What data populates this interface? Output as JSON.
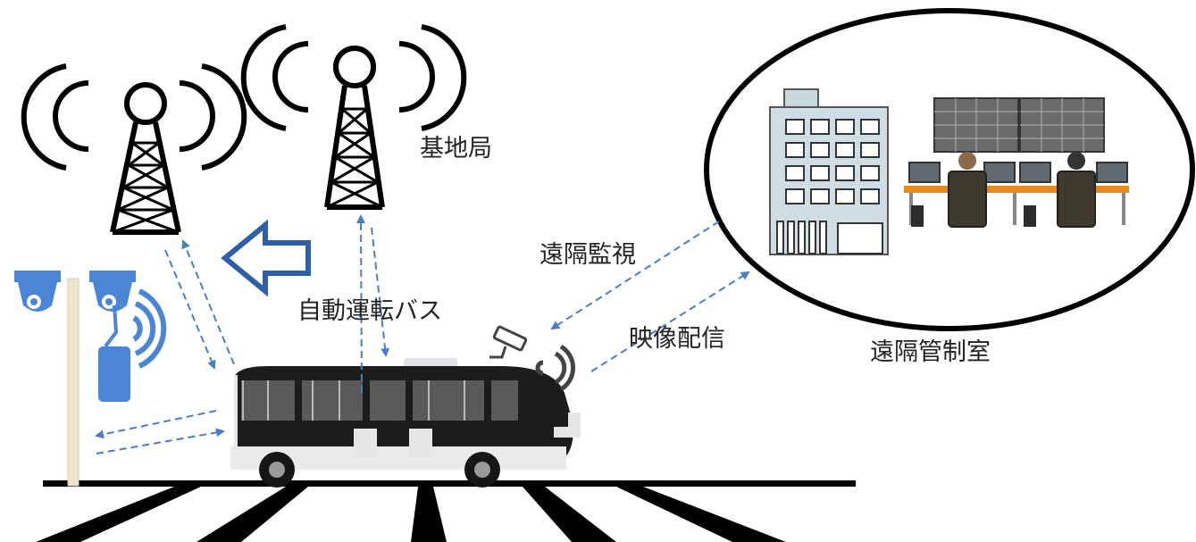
{
  "labels": {
    "base_station": "基地局",
    "autonomous_bus": "自動運転バス",
    "remote_monitoring": "遠隔監視",
    "video_distribution": "映像配信",
    "remote_control_room": "遠隔管制室"
  },
  "colors": {
    "arrow_blue": "#4a7ec6",
    "device_blue": "#4a85d6",
    "line_black": "#000000",
    "bus_body": "#1c1c1c",
    "building": "#cfdde5"
  },
  "icons": [
    "signal-tower-icon",
    "surveillance-camera-icon",
    "wireless-signal-icon",
    "bus-icon",
    "office-building-icon",
    "operator-workstation-icon",
    "block-arrow-icon"
  ]
}
